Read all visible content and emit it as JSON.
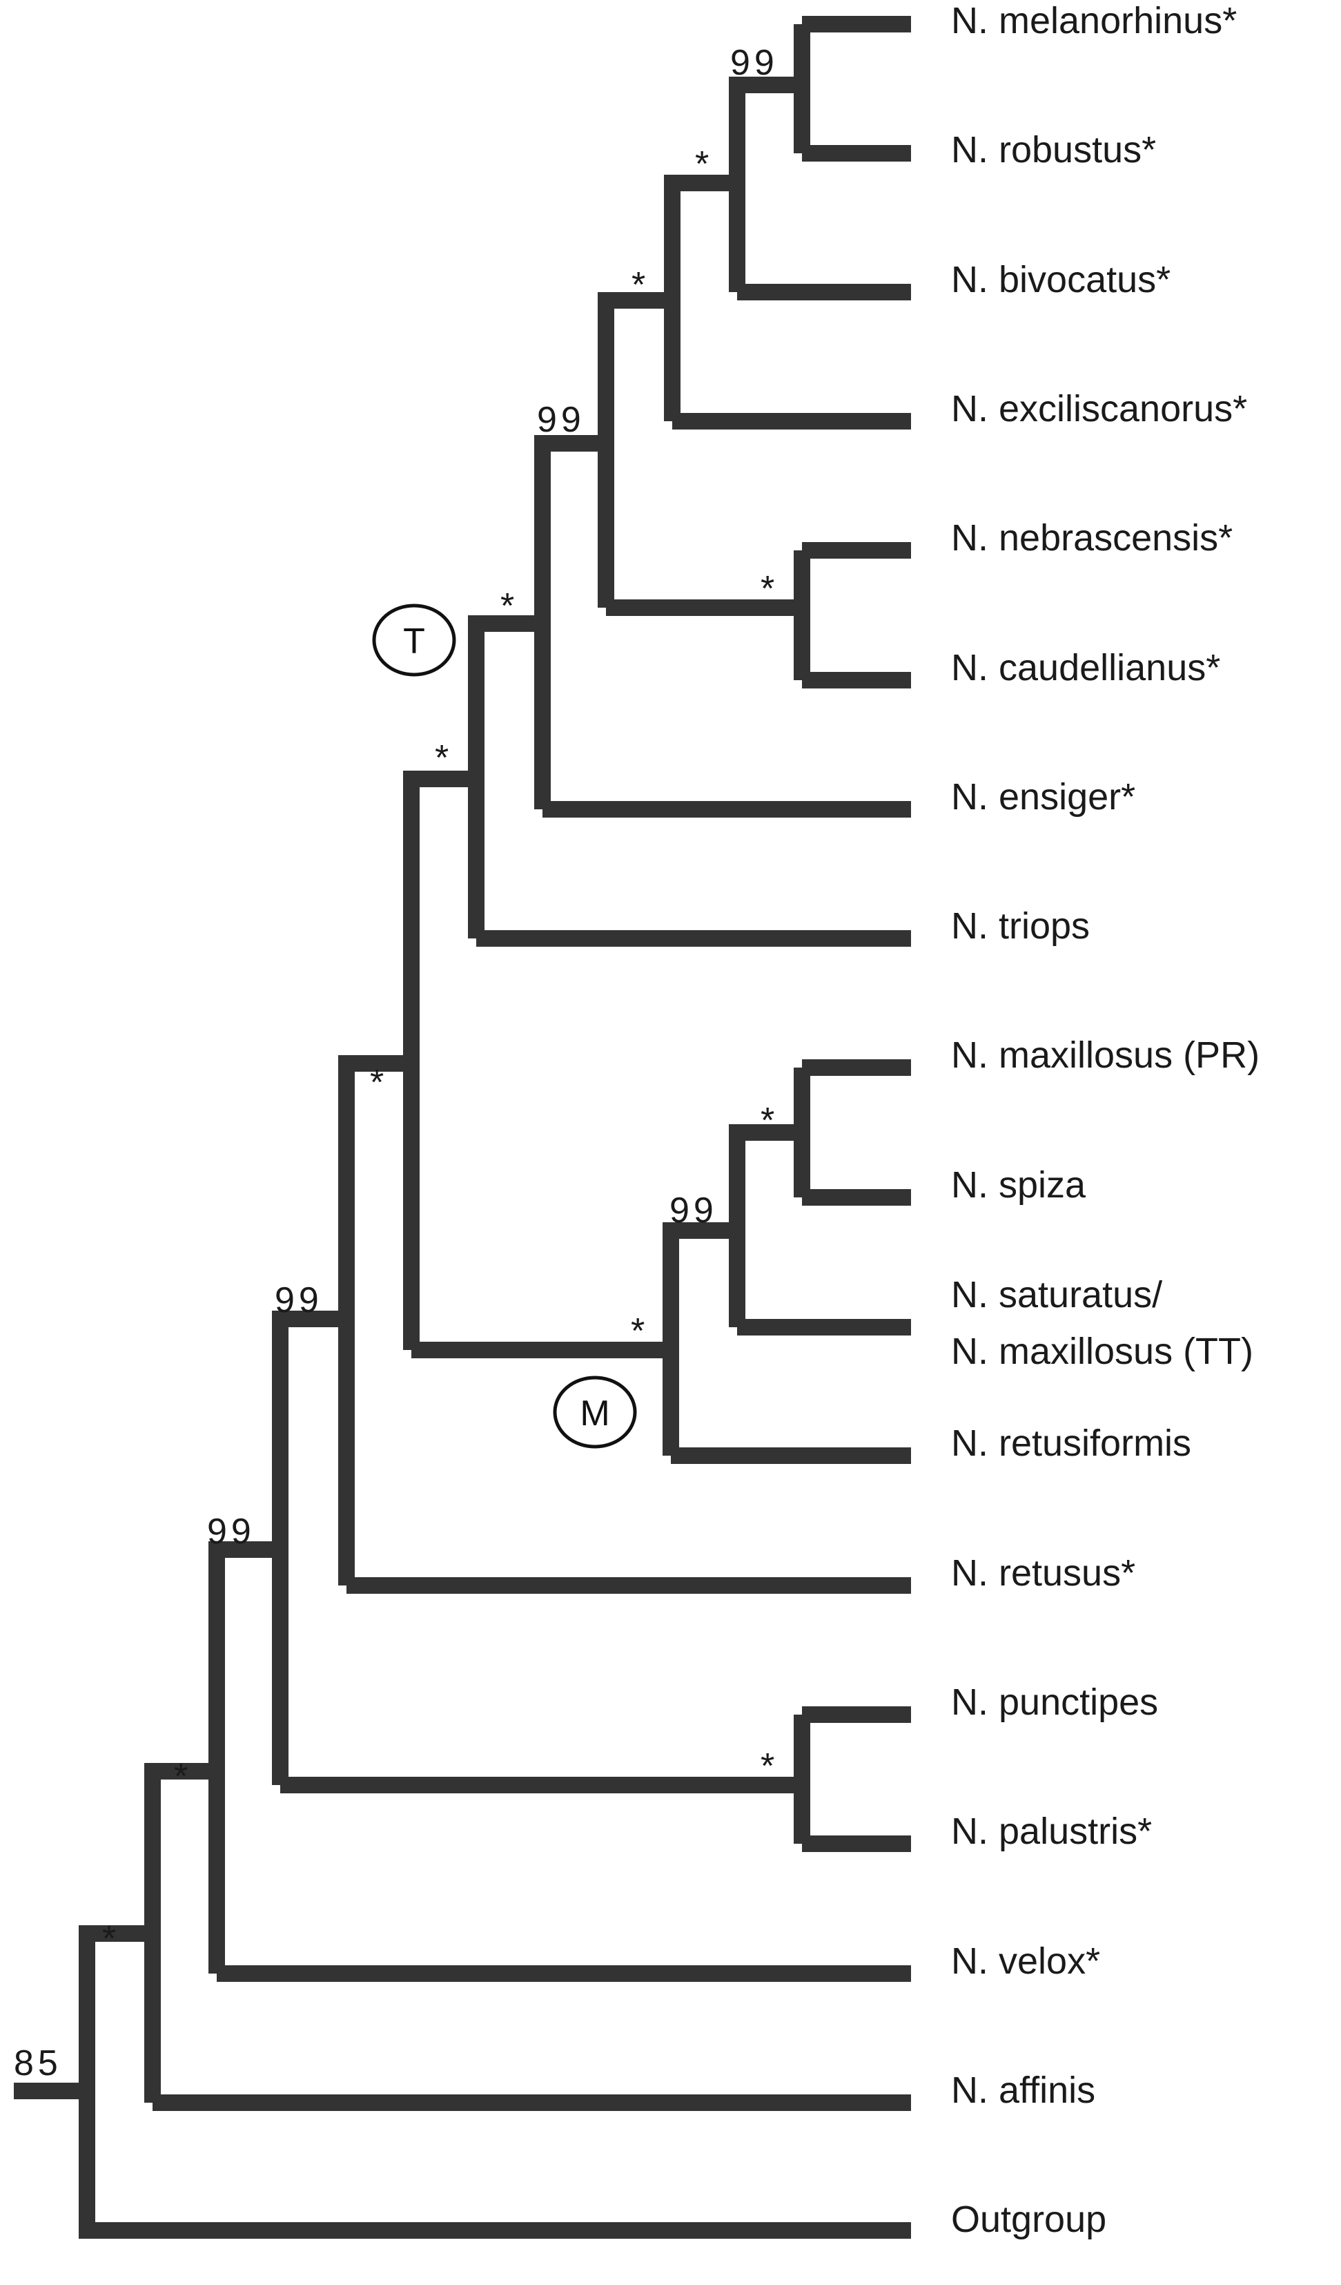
{
  "tree": {
    "taxa": [
      {
        "id": "melanorhinus",
        "label": "N. melanorhinus*"
      },
      {
        "id": "robustus",
        "label": "N. robustus*"
      },
      {
        "id": "bivocatus",
        "label": "N. bivocatus*"
      },
      {
        "id": "exciliscanorus",
        "label": "N. exciliscanorus*"
      },
      {
        "id": "nebrascensis",
        "label": "N. nebrascensis*"
      },
      {
        "id": "caudellianus",
        "label": "N. caudellianus*"
      },
      {
        "id": "ensiger",
        "label": "N. ensiger*"
      },
      {
        "id": "triops",
        "label": "N. triops"
      },
      {
        "id": "maxillosus_pr",
        "label": "N. maxillosus (PR)"
      },
      {
        "id": "spiza",
        "label": "N. spiza"
      },
      {
        "id": "saturatus",
        "label": "N. saturatus/",
        "label2": "N. maxillosus (TT)"
      },
      {
        "id": "retusiformis",
        "label": "N. retusiformis"
      },
      {
        "id": "retusus",
        "label": "N. retusus*"
      },
      {
        "id": "punctipes",
        "label": "N. punctipes"
      },
      {
        "id": "palustris",
        "label": "N. palustris*"
      },
      {
        "id": "velox",
        "label": "N. velox*"
      },
      {
        "id": "affinis",
        "label": "N. affinis"
      },
      {
        "id": "outgroup",
        "label": "Outgroup"
      }
    ],
    "support_values": {
      "root": "85",
      "n_affinis_clade": "*",
      "n_velox_clade": "*",
      "n_punctipes_palustris_sister": "99",
      "n_punctipes_palustris": "*",
      "n_retusus_clade": "99",
      "n_inner_split": "*",
      "n_mclade": "*",
      "n_retusiformis_split": "99",
      "n_maxillosus_spiza": "*",
      "n_triops_clade": "*",
      "n_tclade": "*",
      "n_ensiger_clade": "99",
      "n_nebrascensis_caudellianus": "*",
      "n_exciliscanorus_clade": "*",
      "n_bivocatus_clade": "*",
      "n_melanorhinus_robustus": "99"
    },
    "markers": [
      {
        "id": "T",
        "label": "T"
      },
      {
        "id": "M",
        "label": "M"
      }
    ],
    "color": "#333333"
  }
}
